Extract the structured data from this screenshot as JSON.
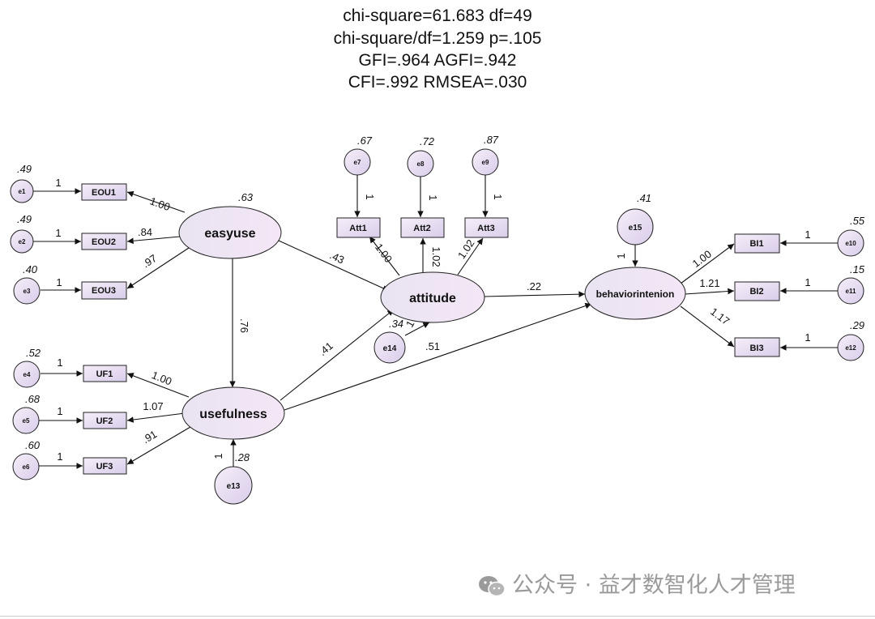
{
  "fit": {
    "line1": "chi-square=61.683 df=49",
    "line2": "chi-square/df=1.259  p=.105",
    "line3": "GFI=.964  AGFI=.942",
    "line4": "CFI=.992  RMSEA=.030"
  },
  "latent": {
    "easyuse": "easyuse",
    "usefulness": "usefulness",
    "attitude": "attitude",
    "behaviorintenion": "behaviorintenion"
  },
  "observed": {
    "EOU1": "EOU1",
    "EOU2": "EOU2",
    "EOU3": "EOU3",
    "UF1": "UF1",
    "UF2": "UF2",
    "UF3": "UF3",
    "Att1": "Att1",
    "Att2": "Att2",
    "Att3": "Att3",
    "BI1": "BI1",
    "BI2": "BI2",
    "BI3": "BI3"
  },
  "errors": {
    "e1": "e1",
    "e2": "e2",
    "e3": "e3",
    "e4": "e4",
    "e5": "e5",
    "e6": "e6",
    "e7": "e7",
    "e8": "e8",
    "e9": "e9",
    "e10": "e10",
    "e11": "e11",
    "e12": "e12",
    "e13": "e13",
    "e14": "e14",
    "e15": "e15"
  },
  "variances": {
    "e1": ".49",
    "e2": ".49",
    "e3": ".40",
    "e4": ".52",
    "e5": ".68",
    "e6": ".60",
    "e7": ".67",
    "e8": ".72",
    "e9": ".87",
    "e10": ".55",
    "e11": ".15",
    "e12": ".29",
    "e13": ".28",
    "e14": ".34",
    "e15": ".41",
    "easyuse": ".63"
  },
  "error_paths": {
    "e1": "1",
    "e2": "1",
    "e3": "1",
    "e4": "1",
    "e5": "1",
    "e6": "1",
    "e7": "1",
    "e8": "1",
    "e9": "1",
    "e10": "1",
    "e11": "1",
    "e12": "1",
    "e13": "1",
    "e14": "1",
    "e15": "1"
  },
  "loadings": {
    "EOU1": "1.00",
    "EOU2": ".84",
    "EOU3": ".97",
    "UF1": "1.00",
    "UF2": "1.07",
    "UF3": ".91",
    "Att1": "1.00",
    "Att2": "1.02",
    "Att3": "1.02",
    "BI1": "1.00",
    "BI2": "1.21",
    "BI3": "1.17"
  },
  "structural": {
    "easyuse_usefulness": ".76",
    "easyuse_attitude": ".43",
    "usefulness_attitude": ".41",
    "usefulness_behaviorintenion": ".51",
    "attitude_behaviorintenion": ".22"
  },
  "watermark": {
    "text": "公众号 · 益才数智化人才管理"
  },
  "colors": {
    "node_fill_light": "#f3e8f7",
    "node_fill_dark": "#dcd2ee",
    "stroke": "#222222"
  }
}
